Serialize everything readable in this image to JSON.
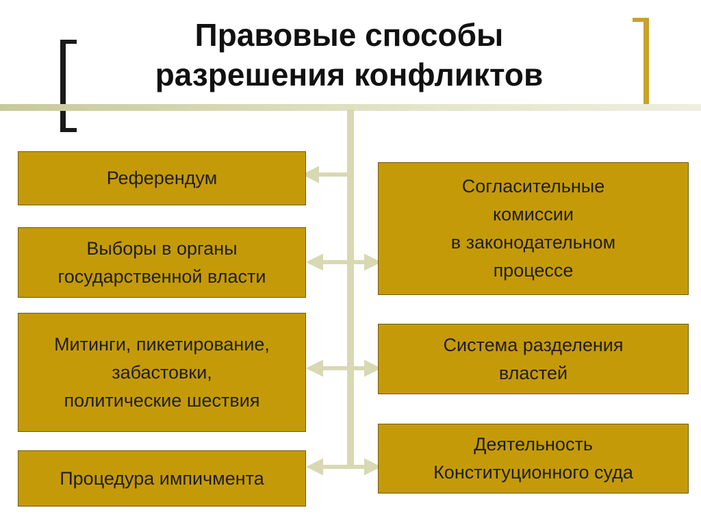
{
  "title_lines": [
    "Правовые способы",
    "разрешения конфликтов"
  ],
  "colors": {
    "box_fill": "#c59a09",
    "connector": "#d8d9b2",
    "bracket_right": "#c9a227",
    "bracket_left": "#1a1a1a"
  },
  "left_items": [
    {
      "label": "Референдум"
    },
    {
      "label": "Выборы в органы\nгосударственной власти"
    },
    {
      "label": "Митинги, пикетирование,\nзабастовки,\nполитические шествия"
    },
    {
      "label": "Процедура импичмента"
    }
  ],
  "right_items": [
    {
      "label": "Согласительные\nкомиссии\nв законодательном\nпроцессе"
    },
    {
      "label": "Система разделения\nвластей"
    },
    {
      "label": "Деятельность\nКонституционного суда"
    }
  ]
}
